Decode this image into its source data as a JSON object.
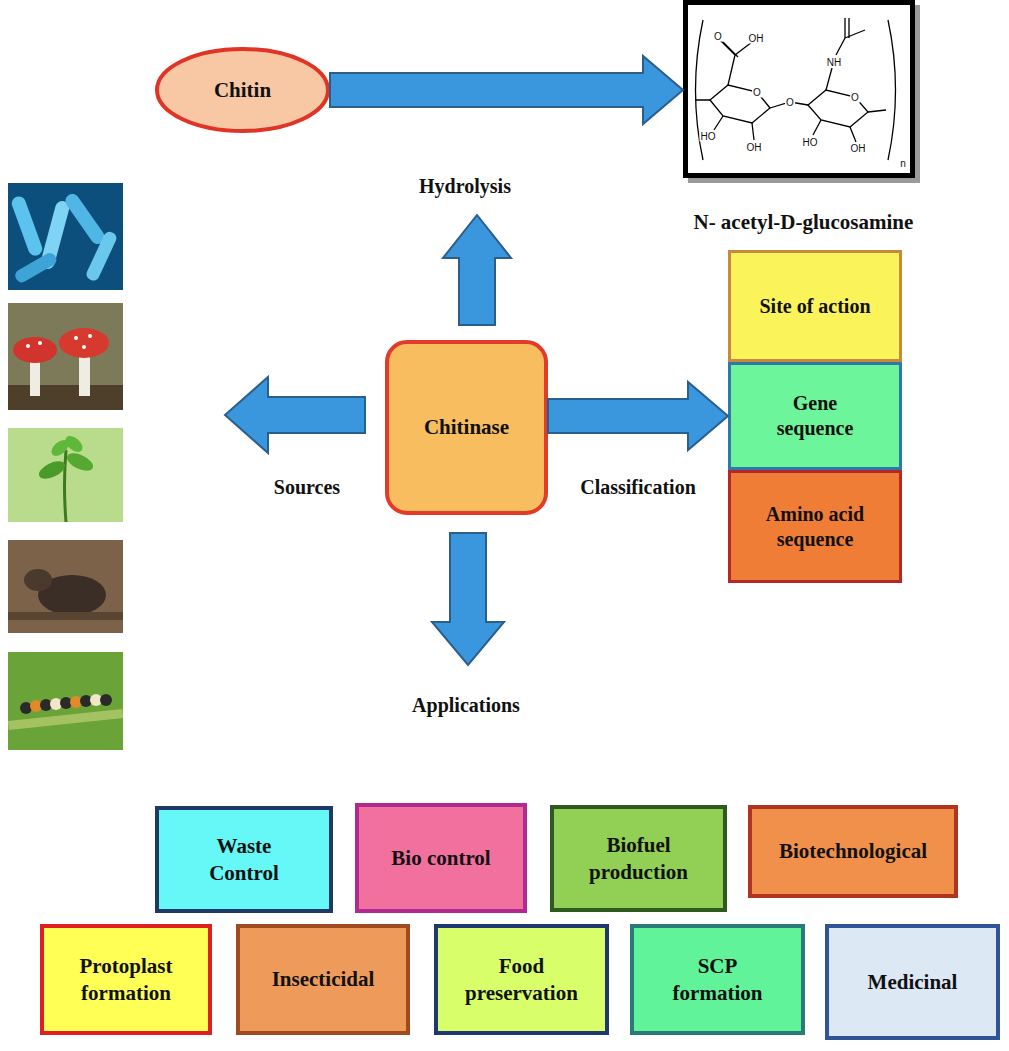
{
  "diagram": {
    "nodes": [
      {
        "text": [
          "Chitin"
        ]
      },
      {
        "text": [
          "N- acetyl-D-glucosamine"
        ]
      },
      {
        "text": [
          "Chitinase"
        ]
      },
      {
        "text": [
          "Site of action"
        ]
      },
      {
        "text": [
          "Gene sequence"
        ]
      },
      {
        "text": [
          "Amino acid sequence"
        ]
      },
      {
        "text": [
          "Waste Control"
        ]
      },
      {
        "text": [
          "Bio control"
        ]
      },
      {
        "text": [
          "Biofuel production"
        ]
      },
      {
        "text": [
          "Biotechnological"
        ]
      },
      {
        "text": [
          "Protoplast formation"
        ]
      },
      {
        "text": [
          "Insecticidal"
        ]
      },
      {
        "text": [
          "Food preservation"
        ]
      },
      {
        "text": [
          "SCP formation"
        ]
      },
      {
        "text": [
          "Medicinal"
        ]
      }
    ],
    "edges": [
      {
        "from": 0,
        "to": 1,
        "arrow": "to"
      },
      {
        "from": 2,
        "to": 4,
        "label": "Classification",
        "arrow": "to"
      }
    ],
    "labels": [
      "Hydrolysis",
      "Sources",
      "Applications",
      "O",
      "OH",
      "O",
      "HO",
      "OH",
      "O",
      "O",
      "NH",
      "HO",
      "OH",
      "n"
    ]
  }
}
